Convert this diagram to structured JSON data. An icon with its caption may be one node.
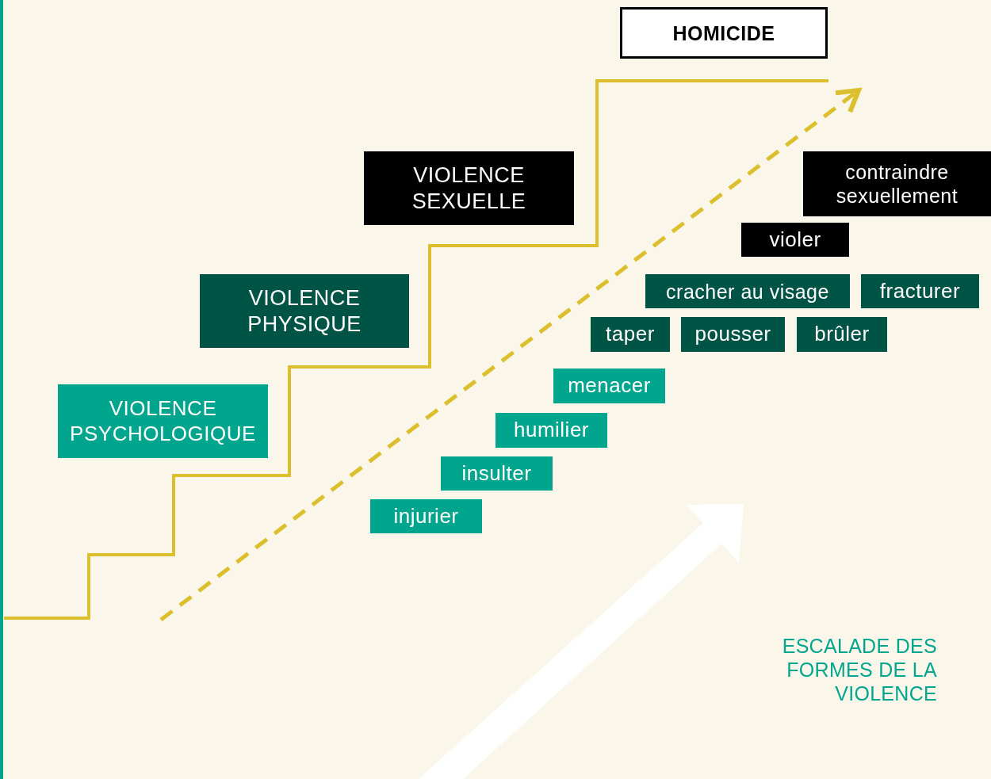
{
  "diagram": {
    "nodes": [
      {
        "text": [
          "HOMICIDE"
        ]
      },
      {
        "text": [
          "VIOLENCE SEXUELLE"
        ]
      },
      {
        "text": [
          "contraindre sexuellement"
        ]
      },
      {
        "text": [
          "violer"
        ]
      },
      {
        "text": [
          "VIOLENCE PHYSIQUE"
        ]
      },
      {
        "text": [
          "cracher au visage"
        ]
      },
      {
        "text": [
          "fracturer"
        ]
      },
      {
        "text": [
          "taper"
        ]
      },
      {
        "text": [
          "pousser"
        ]
      },
      {
        "text": [
          "brûler"
        ]
      },
      {
        "text": [
          "VIOLENCE PSYCHOLOGIQUE"
        ]
      },
      {
        "text": [
          "menacer"
        ]
      },
      {
        "text": [
          "humilier"
        ]
      },
      {
        "text": [
          "insulter"
        ]
      },
      {
        "text": [
          "injurier"
        ]
      }
    ],
    "labels": [
      "ESCALADE DES FORMES DE LA VIOLENCE"
    ]
  }
}
